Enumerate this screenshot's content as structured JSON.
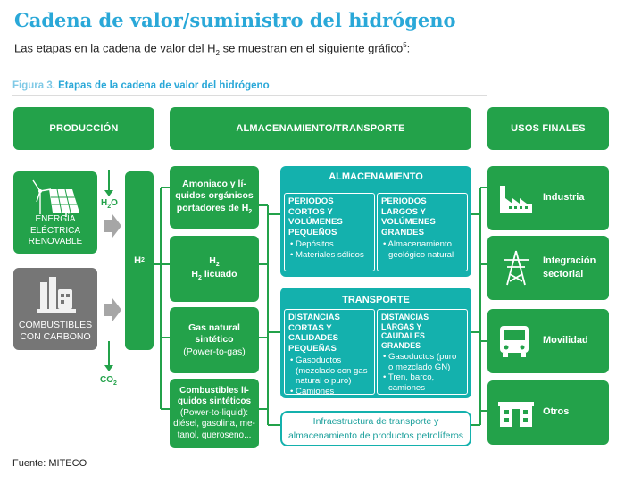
{
  "title": "Cadena de valor/suministro del hidrógeno",
  "intro": {
    "text_before": "Las etapas en la cadena de valor del H",
    "sub": "2",
    "text_after": " se muestran en el siguiente gráfico",
    "sup": "5",
    "end": ":"
  },
  "figure": {
    "number": "Figura 3.",
    "title": "Etapas de la cadena de valor del hidrógeno"
  },
  "headers": {
    "produccion": "PRODUCCIÓN",
    "almacenamiento_transporte": "ALMACENAMIENTO/TRANSPORTE",
    "usos_finales": "USOS FINALES"
  },
  "sources": {
    "renewable": {
      "line1": "ENERGÍA",
      "line2": "ELÉCTRICA",
      "line3": "RENOVABLE"
    },
    "fossil": {
      "line1": "COMBUSTIBLES",
      "line2": "CON CARBONO"
    }
  },
  "chemicals": {
    "water": "H",
    "water_sub": "2",
    "water_o": "O",
    "co2": "CO",
    "co2_sub": "2"
  },
  "h2_box": {
    "label": "H",
    "sub": "2"
  },
  "carriers": [
    {
      "line1": "Amoniaco y lí-",
      "line2": "quidos orgánicos",
      "line3": "portadores de H",
      "sub": "2"
    },
    {
      "line1": "H",
      "line1_sub": "2",
      "line2": "H",
      "line2_sub": "2",
      "line2_after": " licuado"
    },
    {
      "line1": "Gas natural",
      "line2": "sintético",
      "line3": "(Power-to-gas)"
    },
    {
      "line1": "Combustibles lí-",
      "line2": "quidos sintéticos",
      "line3": "(Power-to-liquid):",
      "line4": "diésel, gasolina, me-",
      "line5": "tanol, queroseno..."
    }
  ],
  "storage": {
    "title": "ALMACENAMIENTO",
    "short": {
      "heading": "PERIODOS CORTOS Y VOLÚMENES PEQUEÑOS",
      "items": [
        "Depósitos",
        "Materiales sólidos"
      ]
    },
    "long": {
      "heading": "PERIODOS LARGOS Y VOLÚMENES GRANDES",
      "items": [
        "Almacenamiento geológico natural"
      ]
    }
  },
  "transport": {
    "title": "TRANSPORTE",
    "short": {
      "heading": "DISTANCIAS CORTAS Y CALIDADES PEQUEÑAS",
      "items": [
        "Gasoductos (mezclado con gas natural o puro)",
        "Camiones"
      ]
    },
    "long": {
      "heading": "DISTANCIAS LARGAS Y CAUDALES GRANDES",
      "items": [
        "Gasoductos (puro o mezclado GN)",
        "Tren, barco, camiones"
      ]
    }
  },
  "infrastructure": {
    "line1": "Infraestructura de transporte y",
    "line2": "almacenamiento de productos petrolíferos"
  },
  "uses": [
    {
      "label": "Industria",
      "icon": "factory-icon"
    },
    {
      "label": "Integración sectorial",
      "icon": "power-tower-icon"
    },
    {
      "label": "Movilidad",
      "icon": "bus-icon"
    },
    {
      "label": "Otros",
      "icon": "building-icon"
    }
  ],
  "source_note": "Fuente: MITECO",
  "colors": {
    "green": "#23a24a",
    "teal": "#14b1ad",
    "gray": "#767676",
    "title_blue": "#2aa8d8"
  }
}
